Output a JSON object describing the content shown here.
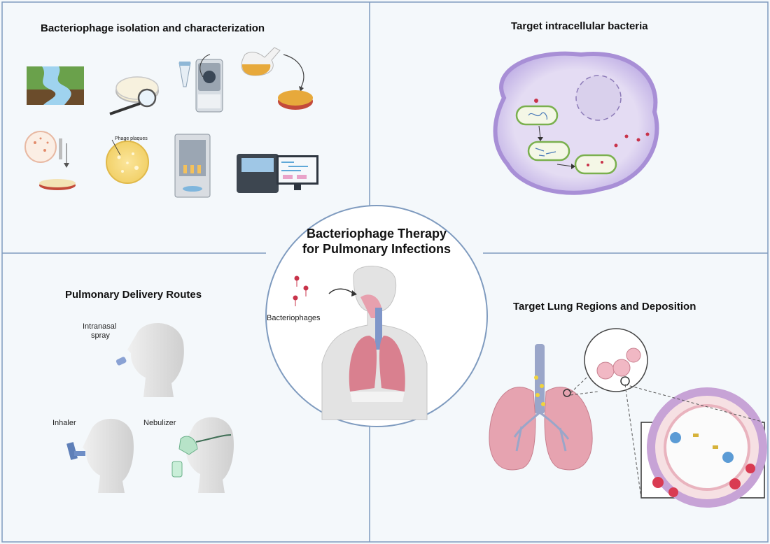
{
  "panels": {
    "top_left": {
      "title": "Bacteriophage isolation and characterization",
      "plaque_label": "Phage plaques"
    },
    "top_right": {
      "title": "Target intracellular bacteria"
    },
    "bottom_left": {
      "title": "Pulmonary Delivery Routes",
      "route_intranasal_line1": "Intranasal",
      "route_intranasal_line2": "spray",
      "route_inhaler": "Inhaler",
      "route_nebulizer": "Nebulizer"
    },
    "bottom_right": {
      "title": "Target Lung Regions and Deposition"
    }
  },
  "center": {
    "title_line1": "Bacteriophage Therapy",
    "title_line2": "for Pulmonary Infections",
    "phage_label": "Bacteriophages"
  },
  "colors": {
    "border": "#7f9bbf",
    "cell": "#d8cdee",
    "cell_edge": "#a88fd6",
    "lung": "#e6a3b0",
    "bronchi": "#9aa6c9",
    "skin": "#e3e3e3",
    "phage": "#c8334a"
  }
}
